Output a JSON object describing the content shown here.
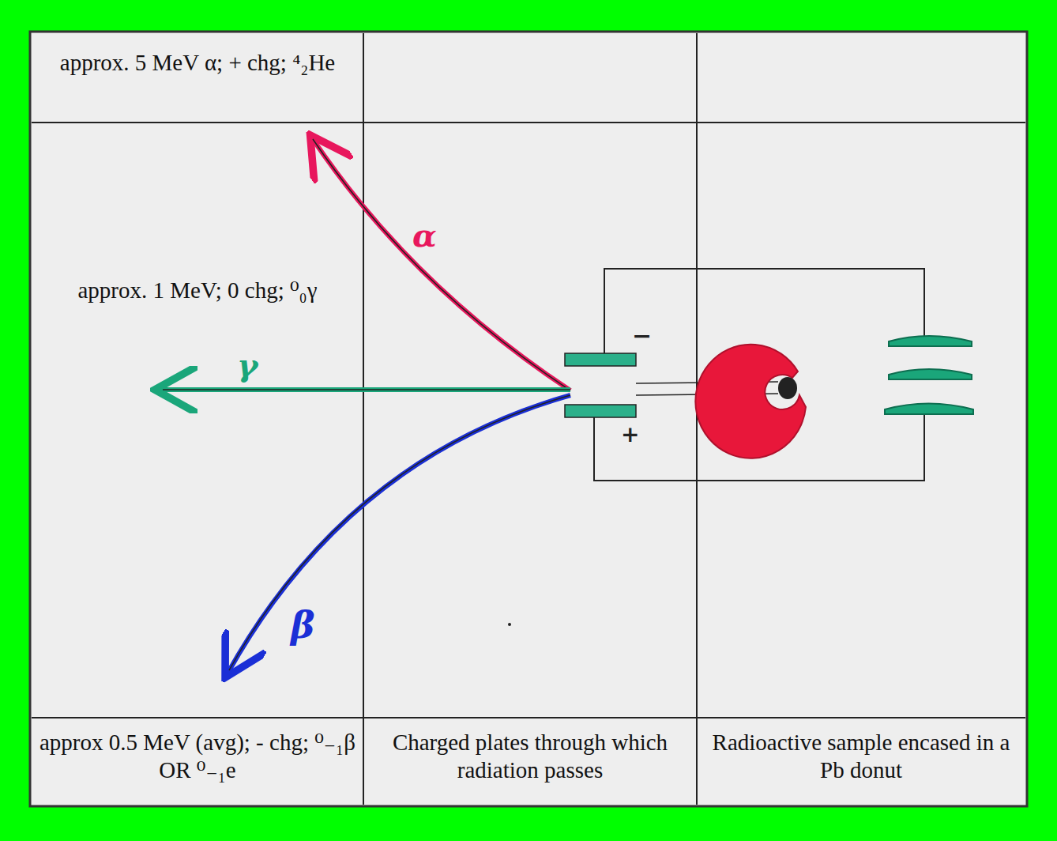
{
  "diagram": {
    "labels": [
      "approx. 5 MeV α; + chg; ⁴₂He",
      "approx. 1 MeV; 0 chg; ⁰₀γ",
      "approx 0.5 MeV (avg); - chg; ⁰₋₁β OR ⁰₋₁e",
      "Charged plates through which radiation passes",
      "Radioactive sample encased in a Pb donut",
      "α",
      "γ",
      "β",
      "−",
      "+"
    ]
  }
}
